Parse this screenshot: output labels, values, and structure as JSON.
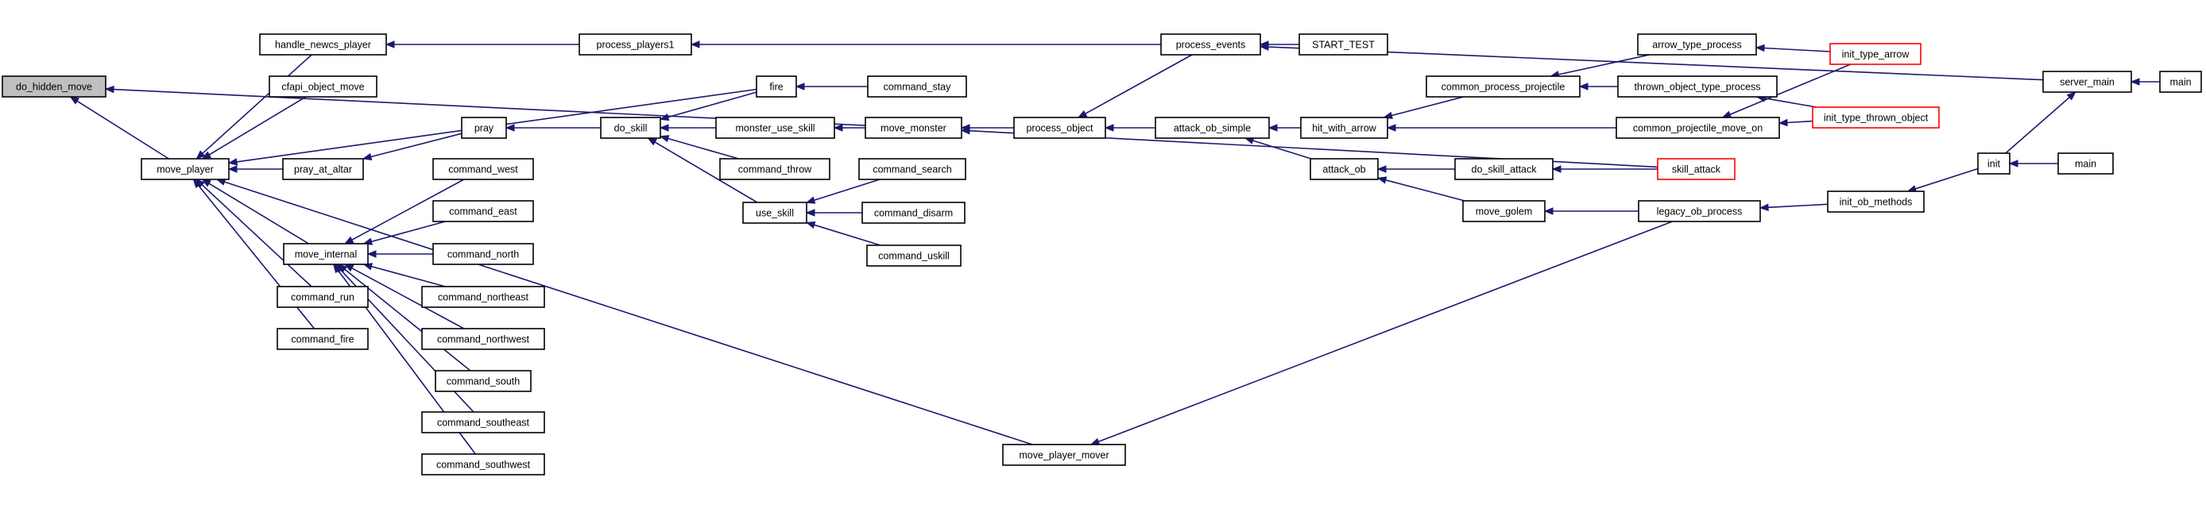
{
  "graph": {
    "colors": {
      "edge": "#191970",
      "root_fill": "#bfbfbf",
      "node_fill": "#ffffff",
      "node_border": "#000000",
      "truncated_border": "#ff0000"
    },
    "nodes": [
      {
        "id": "do_hidden_move",
        "label": "do_hidden_move",
        "style": "root"
      },
      {
        "id": "move_player",
        "label": "move_player"
      },
      {
        "id": "handle_newcs_player",
        "label": "handle_newcs_player"
      },
      {
        "id": "cfapi_object_move",
        "label": "cfapi_object_move"
      },
      {
        "id": "pray_at_altar",
        "label": "pray_at_altar"
      },
      {
        "id": "move_internal",
        "label": "move_internal"
      },
      {
        "id": "command_run",
        "label": "command_run"
      },
      {
        "id": "command_fire",
        "label": "command_fire"
      },
      {
        "id": "process_players1",
        "label": "process_players1"
      },
      {
        "id": "fire",
        "label": "fire"
      },
      {
        "id": "pray",
        "label": "pray"
      },
      {
        "id": "command_west",
        "label": "command_west"
      },
      {
        "id": "command_east",
        "label": "command_east"
      },
      {
        "id": "command_north",
        "label": "command_north"
      },
      {
        "id": "command_northeast",
        "label": "command_northeast"
      },
      {
        "id": "command_northwest",
        "label": "command_northwest"
      },
      {
        "id": "command_south",
        "label": "command_south"
      },
      {
        "id": "command_southeast",
        "label": "command_southeast"
      },
      {
        "id": "command_southwest",
        "label": "command_southwest"
      },
      {
        "id": "do_skill",
        "label": "do_skill"
      },
      {
        "id": "command_stay",
        "label": "command_stay"
      },
      {
        "id": "monster_use_skill",
        "label": "monster_use_skill"
      },
      {
        "id": "command_throw",
        "label": "command_throw"
      },
      {
        "id": "use_skill",
        "label": "use_skill"
      },
      {
        "id": "command_search",
        "label": "command_search"
      },
      {
        "id": "command_disarm",
        "label": "command_disarm"
      },
      {
        "id": "command_uskill",
        "label": "command_uskill"
      },
      {
        "id": "move_monster",
        "label": "move_monster"
      },
      {
        "id": "move_player_mover",
        "label": "move_player_mover"
      },
      {
        "id": "process_object",
        "label": "process_object"
      },
      {
        "id": "process_events",
        "label": "process_events"
      },
      {
        "id": "START_TEST",
        "label": "START_TEST"
      },
      {
        "id": "attack_ob_simple",
        "label": "attack_ob_simple"
      },
      {
        "id": "hit_with_arrow",
        "label": "hit_with_arrow"
      },
      {
        "id": "attack_ob",
        "label": "attack_ob"
      },
      {
        "id": "common_process_projectile",
        "label": "common_process_projectile"
      },
      {
        "id": "do_skill_attack",
        "label": "do_skill_attack"
      },
      {
        "id": "move_golem",
        "label": "move_golem"
      },
      {
        "id": "arrow_type_process",
        "label": "arrow_type_process"
      },
      {
        "id": "thrown_object_type_process",
        "label": "thrown_object_type_process"
      },
      {
        "id": "common_projectile_move_on",
        "label": "common_projectile_move_on"
      },
      {
        "id": "skill_attack",
        "label": "skill_attack",
        "style": "truncated"
      },
      {
        "id": "legacy_ob_process",
        "label": "legacy_ob_process"
      },
      {
        "id": "init_type_arrow",
        "label": "init_type_arrow",
        "style": "truncated"
      },
      {
        "id": "init_type_thrown_object",
        "label": "init_type_thrown_object",
        "style": "truncated"
      },
      {
        "id": "init_ob_methods",
        "label": "init_ob_methods"
      },
      {
        "id": "init",
        "label": "init"
      },
      {
        "id": "server_main",
        "label": "server_main"
      },
      {
        "id": "main_1",
        "label": "main"
      },
      {
        "id": "main_2",
        "label": "main"
      }
    ],
    "edges": [
      {
        "from": "move_player",
        "to": "do_hidden_move"
      },
      {
        "from": "move_monster",
        "to": "do_hidden_move"
      },
      {
        "from": "handle_newcs_player",
        "to": "move_player"
      },
      {
        "from": "cfapi_object_move",
        "to": "move_player"
      },
      {
        "from": "pray_at_altar",
        "to": "move_player"
      },
      {
        "from": "move_internal",
        "to": "move_player"
      },
      {
        "from": "command_run",
        "to": "move_player"
      },
      {
        "from": "command_fire",
        "to": "move_player"
      },
      {
        "from": "fire",
        "to": "move_player"
      },
      {
        "from": "move_player_mover",
        "to": "move_player"
      },
      {
        "from": "process_players1",
        "to": "handle_newcs_player"
      },
      {
        "from": "process_events",
        "to": "process_players1"
      },
      {
        "from": "pray",
        "to": "pray_at_altar"
      },
      {
        "from": "do_skill",
        "to": "pray"
      },
      {
        "from": "command_west",
        "to": "move_internal"
      },
      {
        "from": "command_east",
        "to": "move_internal"
      },
      {
        "from": "command_north",
        "to": "move_internal"
      },
      {
        "from": "command_northeast",
        "to": "move_internal"
      },
      {
        "from": "command_northwest",
        "to": "move_internal"
      },
      {
        "from": "command_south",
        "to": "move_internal"
      },
      {
        "from": "command_southeast",
        "to": "move_internal"
      },
      {
        "from": "command_southwest",
        "to": "move_internal"
      },
      {
        "from": "fire",
        "to": "do_skill"
      },
      {
        "from": "monster_use_skill",
        "to": "do_skill"
      },
      {
        "from": "command_throw",
        "to": "do_skill"
      },
      {
        "from": "use_skill",
        "to": "do_skill"
      },
      {
        "from": "command_stay",
        "to": "fire"
      },
      {
        "from": "move_monster",
        "to": "monster_use_skill"
      },
      {
        "from": "command_search",
        "to": "use_skill"
      },
      {
        "from": "command_disarm",
        "to": "use_skill"
      },
      {
        "from": "command_uskill",
        "to": "use_skill"
      },
      {
        "from": "process_object",
        "to": "move_monster"
      },
      {
        "from": "skill_attack",
        "to": "move_monster"
      },
      {
        "from": "legacy_ob_process",
        "to": "move_player_mover"
      },
      {
        "from": "process_events",
        "to": "process_object"
      },
      {
        "from": "attack_ob_simple",
        "to": "process_object"
      },
      {
        "from": "START_TEST",
        "to": "process_events"
      },
      {
        "from": "server_main",
        "to": "process_events"
      },
      {
        "from": "hit_with_arrow",
        "to": "attack_ob_simple"
      },
      {
        "from": "attack_ob",
        "to": "attack_ob_simple"
      },
      {
        "from": "common_process_projectile",
        "to": "hit_with_arrow"
      },
      {
        "from": "common_projectile_move_on",
        "to": "hit_with_arrow"
      },
      {
        "from": "do_skill_attack",
        "to": "attack_ob"
      },
      {
        "from": "move_golem",
        "to": "attack_ob"
      },
      {
        "from": "arrow_type_process",
        "to": "common_process_projectile"
      },
      {
        "from": "thrown_object_type_process",
        "to": "common_process_projectile"
      },
      {
        "from": "skill_attack",
        "to": "do_skill_attack"
      },
      {
        "from": "legacy_ob_process",
        "to": "move_golem"
      },
      {
        "from": "init_type_arrow",
        "to": "arrow_type_process"
      },
      {
        "from": "init_type_arrow",
        "to": "common_projectile_move_on"
      },
      {
        "from": "init_type_thrown_object",
        "to": "thrown_object_type_process"
      },
      {
        "from": "init_type_thrown_object",
        "to": "common_projectile_move_on"
      },
      {
        "from": "init_ob_methods",
        "to": "legacy_ob_process"
      },
      {
        "from": "init",
        "to": "init_ob_methods"
      },
      {
        "from": "init",
        "to": "server_main"
      },
      {
        "from": "main_2",
        "to": "init"
      },
      {
        "from": "main_1",
        "to": "server_main"
      }
    ]
  }
}
